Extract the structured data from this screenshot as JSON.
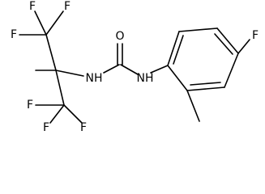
{
  "molecule": {
    "atoms": {
      "f_top_left": "F",
      "f_top_right": "F",
      "f_top_left2": "F",
      "f_bot_left": "F",
      "f_bot_mid": "F",
      "f_bot_right": "F",
      "f_ring": "F",
      "o_carbonyl": "O",
      "nh_left": "NH",
      "nh_right": "NH"
    }
  }
}
